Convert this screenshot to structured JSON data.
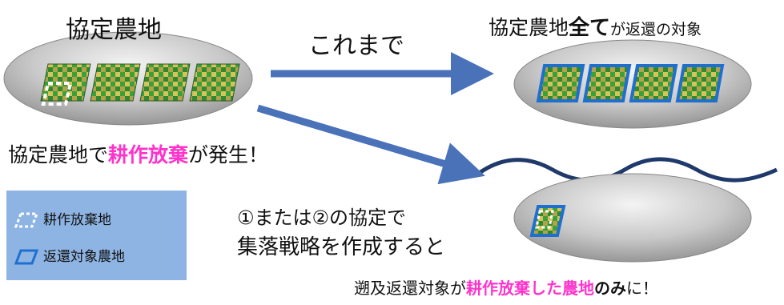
{
  "labels": {
    "left_title": "協定農地",
    "arrow_top": "これまで",
    "top_right_title": {
      "part1": "協定農地",
      "part2": "全て",
      "part3": "が返還の対象"
    },
    "occurrence": {
      "part1": "協定農地で",
      "part2": "耕作放棄",
      "part3": "が発生！"
    },
    "condition": {
      "line1": "①または②の協定で",
      "line2": "集落戦略を作成すると"
    },
    "bottom_note": {
      "part1": "遡及返還対象が",
      "part2": "耕作放棄した農地",
      "part3": "のみ",
      "part4": "に！"
    }
  },
  "legend": {
    "items": [
      {
        "icon": "dashed-parallelogram-icon",
        "label": "耕作放棄地"
      },
      {
        "icon": "blue-parallelogram-icon",
        "label": "返還対象農地"
      }
    ]
  },
  "colors": {
    "arrow": "#4a72b8",
    "legend_bg": "#8eb4e3",
    "highlight": "#ff33cc",
    "return_outline": "#1f6fd1"
  }
}
